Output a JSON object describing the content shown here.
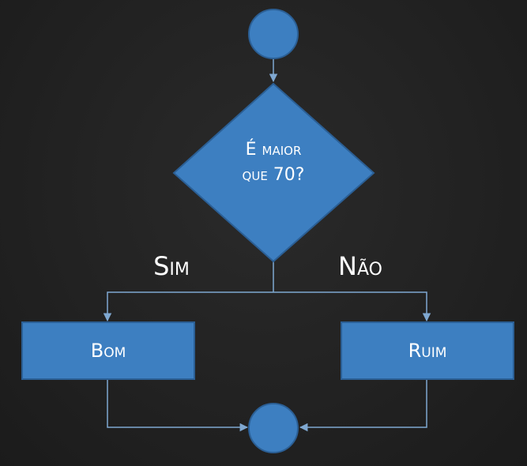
{
  "diagram": {
    "decision": {
      "line1": "É maior",
      "line2": "que 70?"
    },
    "branches": {
      "yes_label": "Sim",
      "no_label": "Não"
    },
    "outcomes": {
      "left_label": "Bom",
      "right_label": "Ruim"
    }
  },
  "colors": {
    "background": "#202020",
    "shape_fill": "#3d7fc1",
    "shape_stroke": "#2b5f95",
    "connector": "#7fa8d1",
    "text": "#ffffff"
  }
}
